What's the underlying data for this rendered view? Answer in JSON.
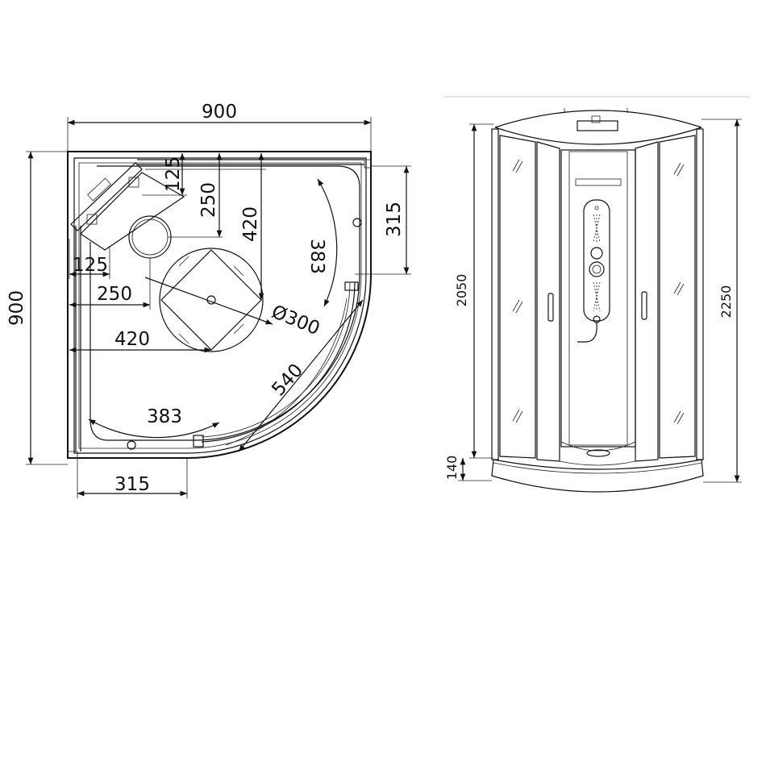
{
  "plan_view": {
    "overall_width": "900",
    "overall_depth": "900",
    "dim_125_top": "125",
    "dim_250_top": "250",
    "dim_420_top": "420",
    "dim_315_right": "315",
    "dim_383_right": "383",
    "dim_125_left": "125",
    "dim_250_left": "250",
    "dim_420_left": "420",
    "dim_300_diameter": "Ø300",
    "dim_540_diagonal": "540",
    "dim_383_bottom": "383",
    "dim_315_bottom": "315"
  },
  "front_view": {
    "height_2050": "2050",
    "height_2250": "2250",
    "height_140": "140"
  }
}
